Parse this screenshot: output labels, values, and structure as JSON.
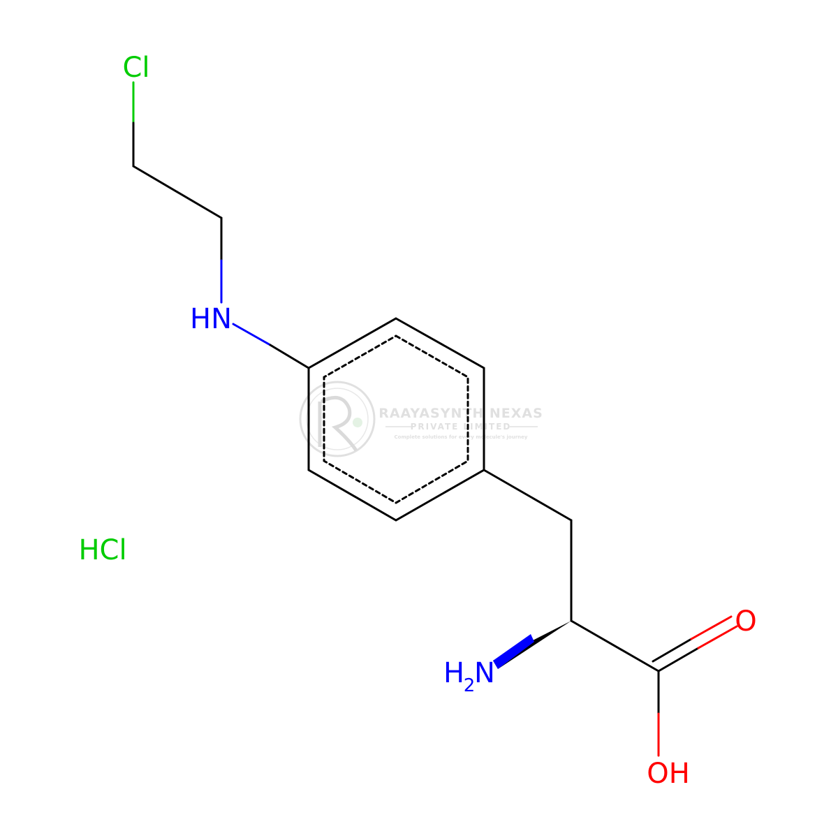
{
  "molecule": {
    "atoms": {
      "chlorine": "Cl",
      "amine_nh": "HN",
      "amino_h": "H",
      "amino_sub": "2",
      "amino_n": "N",
      "carbonyl_o": "O",
      "hydroxyl": "OH",
      "salt": "HCl"
    },
    "colors": {
      "bond": "#000000",
      "nitrogen": "#0000ff",
      "oxygen": "#ff0000",
      "chlorine": "#00cc00"
    }
  },
  "watermark": {
    "title": "RAAYASYNTH NEXAS",
    "subtitle": "PRIVATE LIMITED",
    "tagline": "Complete solutions for every molecule's journey",
    "color": "#c8c8c8"
  }
}
